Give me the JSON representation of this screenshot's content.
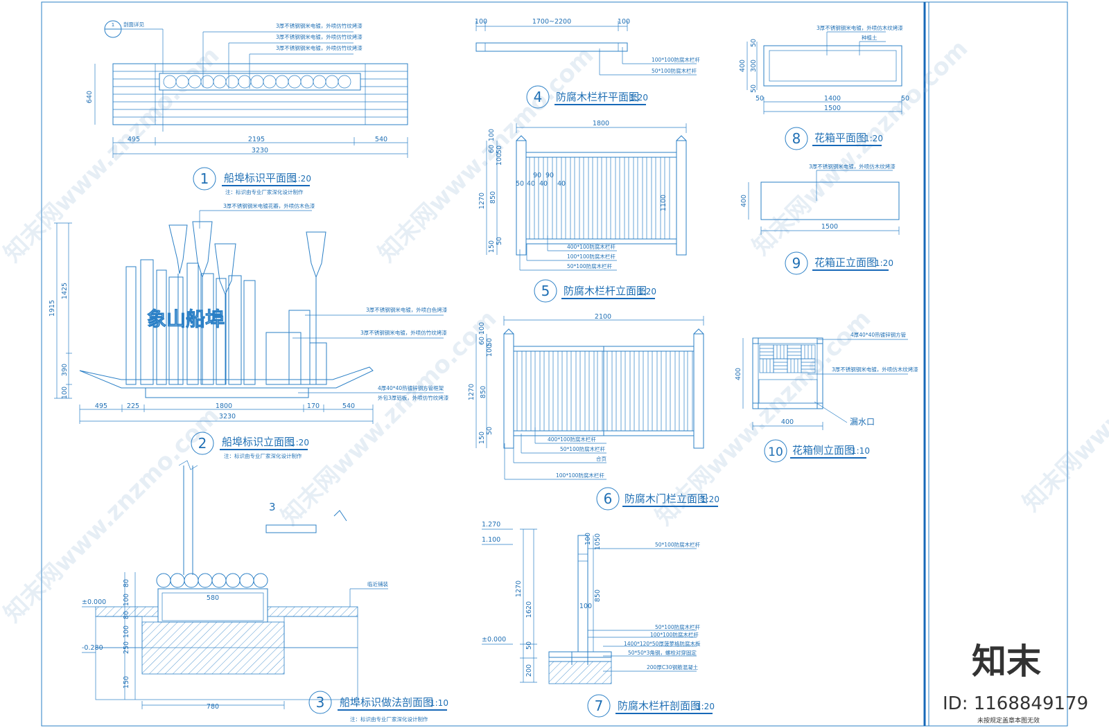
{
  "drawings": [
    {
      "no": "1",
      "title": "船埠标识平面图",
      "scale": "1:20",
      "note": "注：标识由专业厂家深化设计制作"
    },
    {
      "no": "2",
      "title": "船埠标识立面图",
      "scale": "1:20",
      "note": "注：标识由专业厂家深化设计制作"
    },
    {
      "no": "3",
      "title": "船埠标识做法剖面图",
      "scale": "1:10",
      "note": "注：标识由专业厂家深化设计制作"
    },
    {
      "no": "4",
      "title": "防腐木栏杆平面图",
      "scale": "1:20"
    },
    {
      "no": "5",
      "title": "防腐木栏杆立面图",
      "scale": "1:20"
    },
    {
      "no": "6",
      "title": "防腐木门栏立面图",
      "scale": "1:20"
    },
    {
      "no": "7",
      "title": "防腐木栏杆剖面图",
      "scale": "1:20"
    },
    {
      "no": "8",
      "title": "花箱平面图",
      "scale": "1:20"
    },
    {
      "no": "9",
      "title": "花箱正立面图",
      "scale": "1:20"
    },
    {
      "no": "10",
      "title": "花箱侧立面图",
      "scale": "1:10"
    }
  ],
  "d1": {
    "section_tag": "1",
    "section_label": "剖面详见",
    "notes": [
      "3厚不锈钢钢米电镀，外喷仿竹纹烤漆",
      "3厚不锈钢钢米电镀，外喷仿竹纹烤漆",
      "3厚不锈钢钢米电镀，外喷仿竹纹烤漆"
    ],
    "height": "640",
    "dims": [
      "495",
      "2195",
      "540"
    ],
    "total": "3230"
  },
  "d2": {
    "notes": [
      "3厚不锈钢钢米电镀花瓣，外喷仿木色漆",
      "3厚不锈钢钢米电镀，外喷白色烤漆",
      "3厚不锈钢钢米电镀，外喷仿竹纹烤漆",
      "4厚40*40热镀锌钢方管框架",
      "外包3厚铝板，外喷仿竹纹烤漆"
    ],
    "sign_text": "象山船埠",
    "heights": [
      "1915",
      "1425",
      "390",
      "100"
    ],
    "dims": [
      "495",
      "225",
      "1800",
      "170",
      "540"
    ],
    "total": "3230"
  },
  "d3": {
    "levels": [
      "±0.000",
      "-0.280"
    ],
    "side_dims": [
      "80",
      "100",
      "80",
      "100",
      "250",
      "150"
    ],
    "width_top": "580",
    "width_bottom": "780",
    "note_right": "临近铺装",
    "fragment_no": "3"
  },
  "d4": {
    "dims": [
      "100",
      "1700~2200",
      "100"
    ],
    "labels": [
      "100*100防腐木栏杆",
      "50*100防腐木栏杆"
    ]
  },
  "d5": {
    "width": "1800",
    "top_dims": [
      "100",
      "60",
      "50",
      "100"
    ],
    "heights": [
      "1270",
      "850",
      "1100",
      "150",
      "50"
    ],
    "bar_dims": [
      "50",
      "40",
      "90",
      "40",
      "90",
      "40"
    ],
    "labels": [
      "400*100防腐木栏杆",
      "100*100防腐木栏杆",
      "50*100防腐木栏杆"
    ]
  },
  "d6": {
    "width": "2100",
    "top_dims": [
      "100",
      "60",
      "50",
      "100"
    ],
    "heights": [
      "1270",
      "850",
      "150",
      "50"
    ],
    "labels": [
      "400*100防腐木栏杆",
      "50*100防腐木栏杆",
      "合页",
      "100*100防腐木栏杆"
    ]
  },
  "d7": {
    "levels": [
      "1.270",
      "1.100",
      "±0.000"
    ],
    "dims": [
      "1270",
      "1620",
      "50",
      "200",
      "100",
      "1050",
      "850",
      "100"
    ],
    "labels": [
      "50*100防腐木栏杆",
      "50*100防腐木栏杆",
      "100*100防腐木栏杆",
      "1400*120*50厚菠萝格防腐木板",
      "50*50*3角钢，螺栓对穿固定",
      "200厚C30钢筋混凝土"
    ]
  },
  "d8": {
    "notes": [
      "3厚不锈钢钢米电镀，外喷仿木纹烤漆",
      "种植土"
    ],
    "heights": [
      "50",
      "400",
      "300",
      "50"
    ],
    "dims": [
      "50",
      "1400",
      "50"
    ],
    "total": "1500"
  },
  "d9": {
    "note": "3厚不锈钢钢米电镀，外喷仿木纹烤漆",
    "height": "400",
    "width": "1500"
  },
  "d10": {
    "notes": [
      "4厚40*40热镀锌钢方管",
      "3厚不锈钢钢米电镀，外喷仿木纹烤漆"
    ],
    "height": "400",
    "width": "400",
    "drain": "漏水口"
  },
  "watermark": {
    "text": "知末网www.znzmo.com"
  },
  "brand": {
    "name": "知末",
    "id": "ID: 1168849179",
    "footer": "未按规定盖章本图无效"
  },
  "colors": {
    "line": "#2a7fc6",
    "text": "#1f6fb4",
    "frame": "#1668b8",
    "brand": "#333333"
  }
}
